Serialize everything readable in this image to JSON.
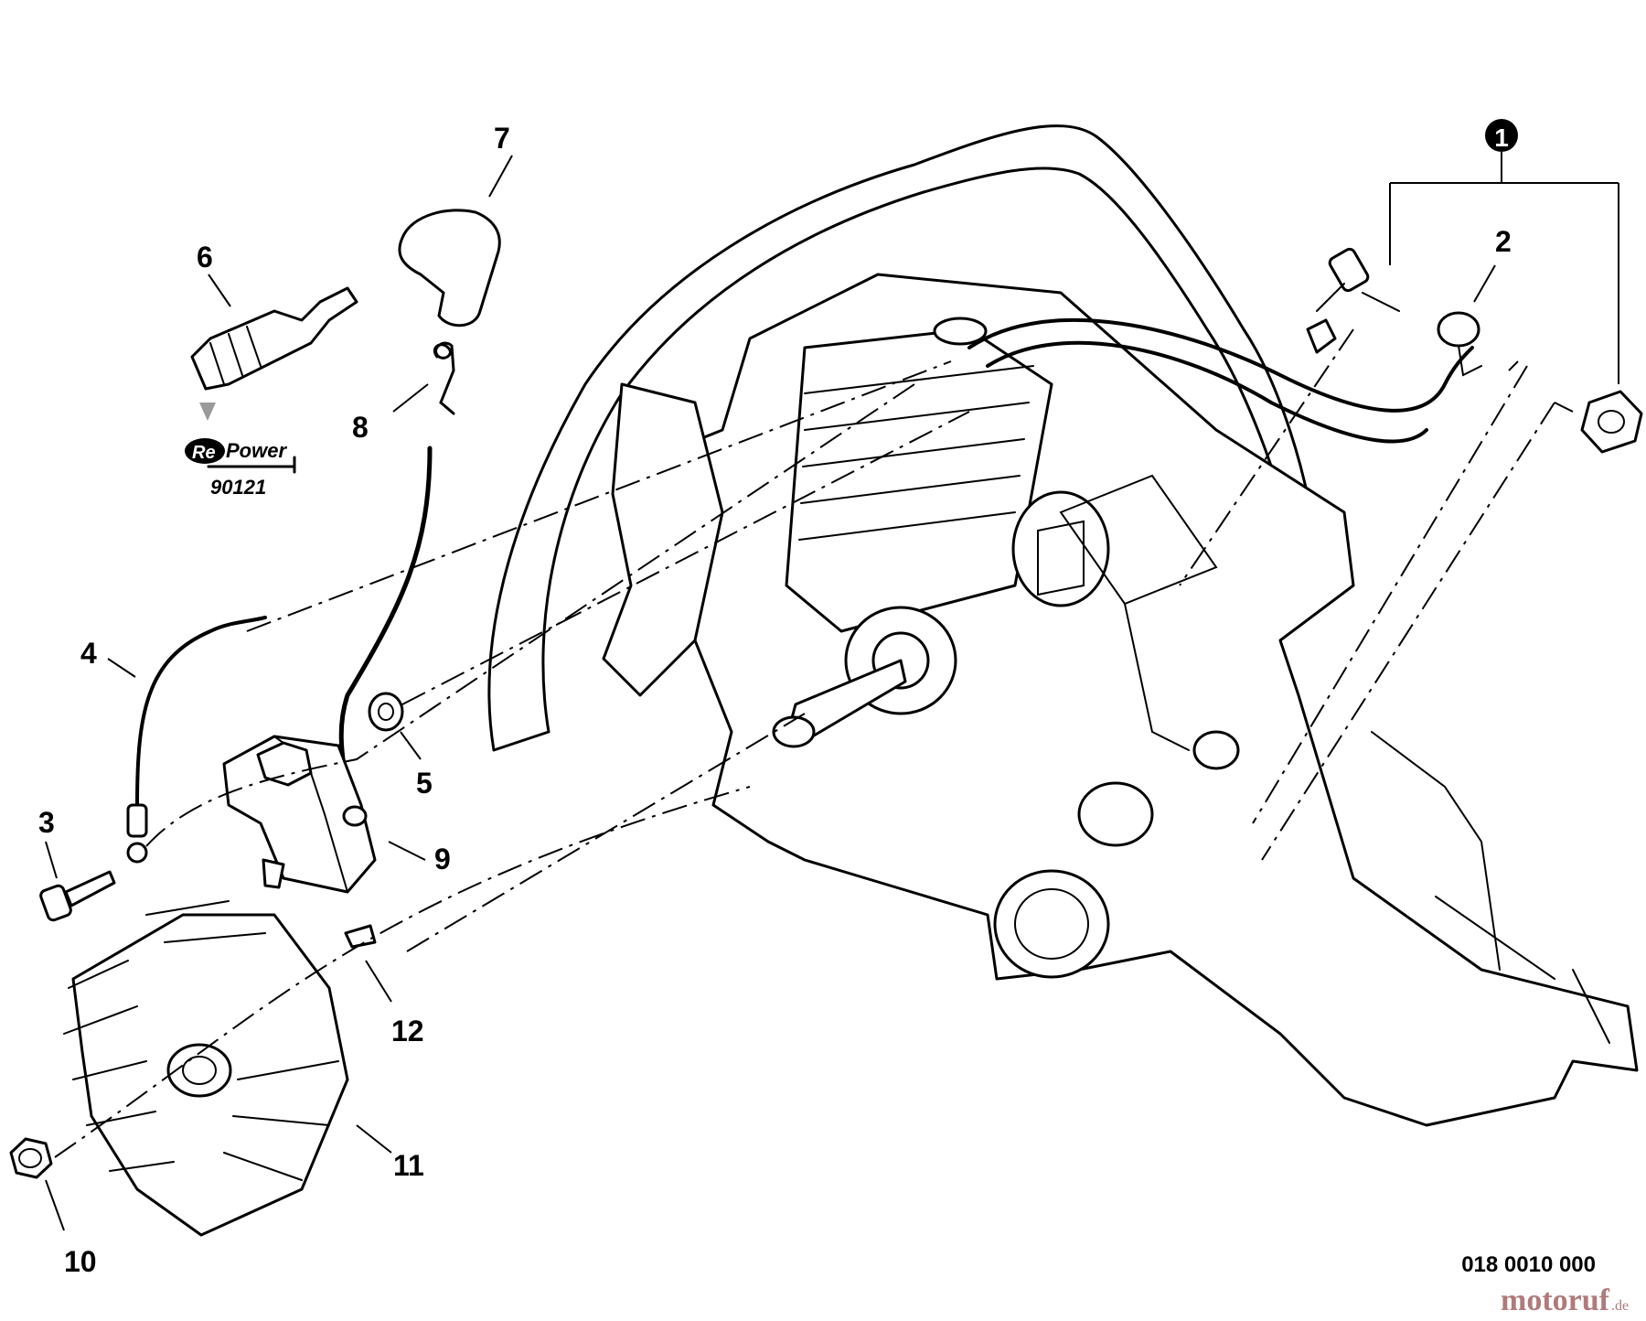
{
  "diagram": {
    "callouts": [
      "1",
      "2",
      "3",
      "4",
      "5",
      "6",
      "7",
      "8",
      "9",
      "10",
      "11",
      "12"
    ],
    "repower": {
      "logo_prefix": "Re",
      "logo_text": "Power",
      "number": "90121"
    },
    "drawing_code": "018 0010 000"
  },
  "watermark": {
    "text": "motoruf",
    "domain": ".de"
  },
  "colors": {
    "line": "#000000",
    "background": "#ffffff",
    "watermark": "#b07a7a"
  }
}
